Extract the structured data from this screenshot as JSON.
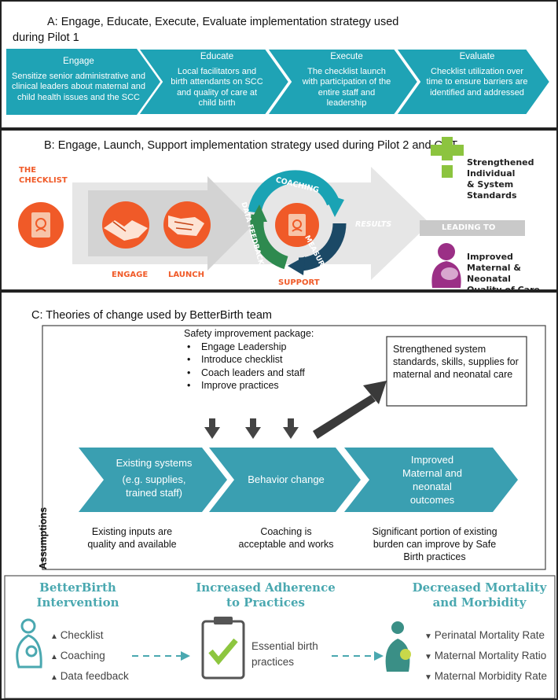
{
  "panel_a": {
    "title_line1": "A:  Engage, Educate, Execute, Evaluate implementation strategy used",
    "title_line2": "during Pilot 1",
    "steps": [
      {
        "head": "Engage",
        "body": "Sensitize senior administrative and clinical leaders about maternal and child health issues and the SCC"
      },
      {
        "head": "Educate",
        "body": "Local facilitators and birth attendants on SCC and quality of care at child birth"
      },
      {
        "head": "Execute",
        "body": "The checklist launch with participation of the entire staff and leadership"
      },
      {
        "head": "Evaluate",
        "body": "Checklist utilization over time to ensure barriers are identified and addressed"
      }
    ],
    "color": "#1fa3b5"
  },
  "panel_b": {
    "title": "B:  Engage, Launch, Support implementation strategy  used during Pilot 2 and CRT",
    "checklist_line1": "THE",
    "checklist_line2": "CHECKLIST",
    "engage": "ENGAGE",
    "launch": "LAUNCH",
    "coaching": "COACHING",
    "measurement": "MEASUREMENT",
    "data_feedback": "DATA FEEDBACK",
    "support": "SUPPORT",
    "results": "RESULTS",
    "leading_to": "LEADING TO",
    "outcome1_line1": "Strengthened",
    "outcome1_line2": "Individual",
    "outcome1_line3": "& System",
    "outcome1_line4": "Standards",
    "outcome2_line1": "Improved",
    "outcome2_line2": "Maternal &",
    "outcome2_line3": "Neonatal",
    "outcome2_line4": "Quality of Care",
    "orange": "#f05a28",
    "green": "#8cc43f",
    "purple": "#9b2f86",
    "teal": "#1aa3b4",
    "navy": "#1b4966"
  },
  "panel_c": {
    "title": "C: Theories of change used by BetterBirth team",
    "package_title": "Safety improvement package:",
    "package_items": [
      "Engage Leadership",
      "Introduce checklist",
      "Coach leaders and staff",
      "Improve practices"
    ],
    "outcome_box_line1": "Strengthened system",
    "outcome_box_line2": "standards, skills, supplies for",
    "outcome_box_line3": "maternal and neonatal care",
    "chevron1_line1": "Existing systems",
    "chevron1_line2": "(e.g. supplies,",
    "chevron1_line3": "trained staff)",
    "chevron2": "Behavior change",
    "chevron3_line1": "Improved",
    "chevron3_line2": "Maternal and",
    "chevron3_line3": "neonatal",
    "chevron3_line4": "outcomes",
    "assumptions_label": "Assumptions",
    "assumption1_line1": "Existing inputs are",
    "assumption1_line2": "quality and available",
    "assumption2_line1": "Coaching is",
    "assumption2_line2": "acceptable and works",
    "assumption3_line1": "Significant portion of existing",
    "assumption3_line2": "burden can improve by Safe",
    "assumption3_line3": "Birth practices",
    "chevron_color": "#3a9fb1"
  },
  "bottom": {
    "head1_line1": "BetterBirth",
    "head1_line2": "Intervention",
    "head2_line1": "Increased Adherence",
    "head2_line2": "to Practices",
    "head3_line1": "Decreased Mortality",
    "head3_line2": "and Morbidity",
    "intervention_items": [
      "Checklist",
      "Coaching",
      "Data feedback"
    ],
    "practice_line1": "Essential birth",
    "practice_line2": "practices",
    "outcome_items": [
      "Perinatal Mortality Rate",
      "Maternal Mortality Ratio",
      "Maternal Morbidity Rate"
    ],
    "teal": "#4aa8b0",
    "check_green": "#8dc63f"
  }
}
